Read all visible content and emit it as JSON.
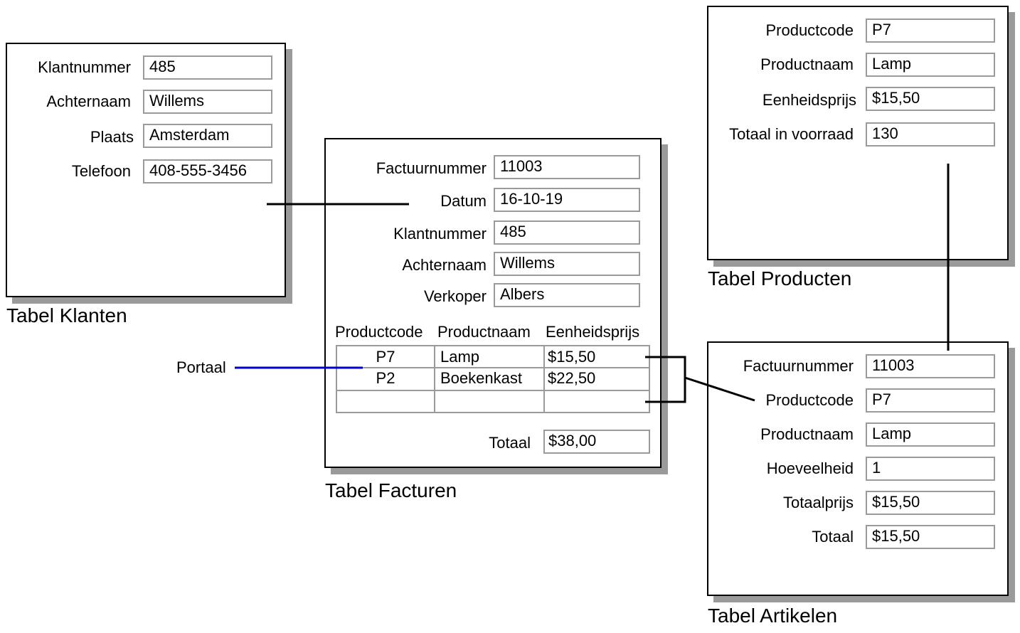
{
  "klanten": {
    "caption": "Tabel Klanten",
    "fields": [
      {
        "label": "Klantnummer",
        "value": "485"
      },
      {
        "label": "Achternaam",
        "value": "Willems"
      },
      {
        "label": "Plaats",
        "value": "Amsterdam"
      },
      {
        "label": "Telefoon",
        "value": "408-555-3456"
      }
    ]
  },
  "facturen": {
    "caption": "Tabel Facturen",
    "fields": [
      {
        "label": "Factuurnummer",
        "value": "11003"
      },
      {
        "label": "Datum",
        "value": "16-10-19"
      },
      {
        "label": "Klantnummer",
        "value": "485"
      },
      {
        "label": "Achternaam",
        "value": "Willems"
      },
      {
        "label": "Verkoper",
        "value": "Albers"
      }
    ],
    "portal": {
      "headers": [
        "Productcode",
        "Productnaam",
        "Eenheidsprijs"
      ],
      "rows": [
        [
          "P7",
          "Lamp",
          "$15,50"
        ],
        [
          "P2",
          "Boekenkast",
          "$22,50"
        ],
        [
          "",
          "",
          ""
        ]
      ]
    },
    "total_label": "Totaal",
    "total_value": "$38,00"
  },
  "producten": {
    "caption": "Tabel Producten",
    "fields": [
      {
        "label": "Productcode",
        "value": "P7"
      },
      {
        "label": "Productnaam",
        "value": "Lamp"
      },
      {
        "label": "Eenheidsprijs",
        "value": "$15,50"
      },
      {
        "label": "Totaal in voorraad",
        "value": "130"
      }
    ]
  },
  "artikelen": {
    "caption": "Tabel Artikelen",
    "fields": [
      {
        "label": "Factuurnummer",
        "value": "11003"
      },
      {
        "label": "Productcode",
        "value": "P7"
      },
      {
        "label": "Productnaam",
        "value": "Lamp"
      },
      {
        "label": "Hoeveelheid",
        "value": "1"
      },
      {
        "label": "Totaalprijs",
        "value": "$15,50"
      },
      {
        "label": "Totaal",
        "value": "$15,50"
      }
    ]
  },
  "portaal_label": "Portaal",
  "colors": {
    "portal_line": "#0000cc",
    "shadow": "#9a9a9a",
    "field_border": "#9a9a9a"
  }
}
